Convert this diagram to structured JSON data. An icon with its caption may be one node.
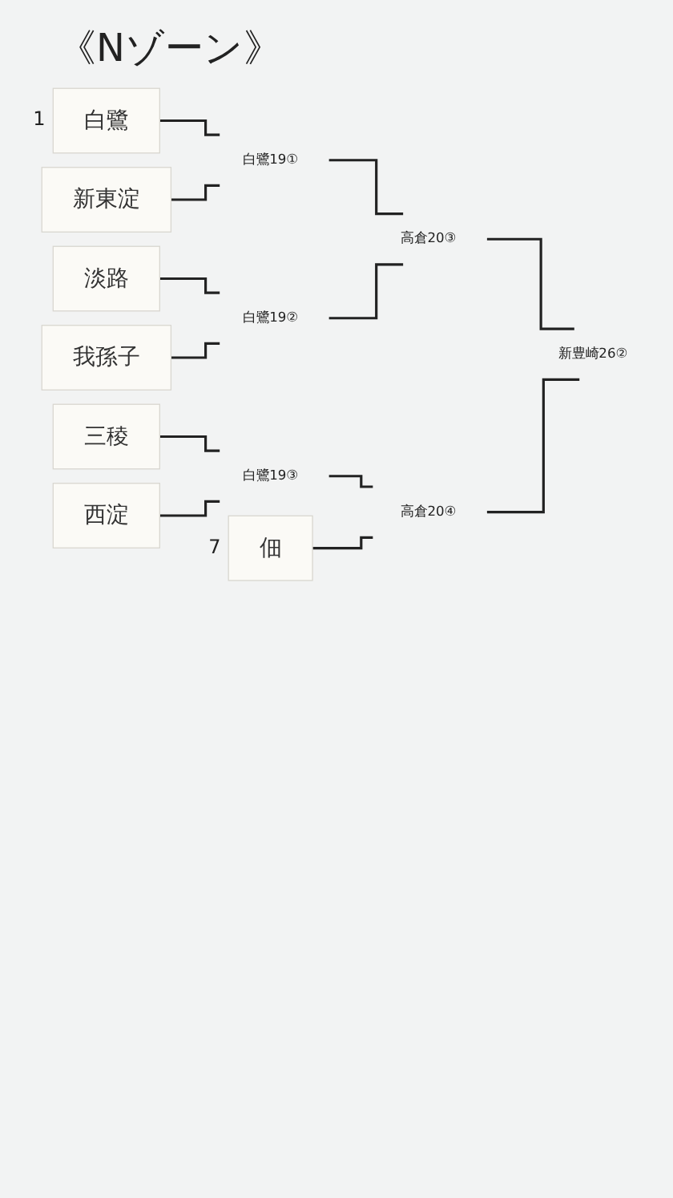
{
  "diagram": {
    "title": "《Nゾーン》",
    "nodes": [
      {
        "text": [
          "白鷺"
        ],
        "beside": [
          "1"
        ]
      },
      {
        "text": [
          "新東淀"
        ]
      },
      {
        "text": [
          "淡路"
        ]
      },
      {
        "text": [
          "我孫子"
        ]
      },
      {
        "text": [
          "三稜"
        ]
      },
      {
        "text": [
          "西淀"
        ]
      },
      {
        "text": [
          "佃"
        ],
        "beside": [
          "7"
        ]
      },
      {
        "text": [
          "白鷺19①"
        ]
      },
      {
        "text": [
          "白鷺19②"
        ]
      },
      {
        "text": [
          "白鷺19③"
        ]
      },
      {
        "text": [
          "高倉20③"
        ]
      },
      {
        "text": [
          "高倉20④"
        ]
      },
      {
        "text": [
          "新豊崎26②"
        ]
      }
    ],
    "edges": [
      {
        "from": 0,
        "to": 7,
        "arrow": "none"
      },
      {
        "from": 1,
        "to": 7,
        "arrow": "none"
      },
      {
        "from": 2,
        "to": 8,
        "arrow": "none"
      },
      {
        "from": 3,
        "to": 8,
        "arrow": "none"
      },
      {
        "from": 7,
        "to": 10,
        "arrow": "none"
      },
      {
        "from": 8,
        "to": 10,
        "arrow": "none"
      },
      {
        "from": 4,
        "to": 9,
        "arrow": "none"
      },
      {
        "from": 5,
        "to": 9,
        "arrow": "none"
      },
      {
        "from": 9,
        "to": 11,
        "arrow": "none"
      },
      {
        "from": 6,
        "to": 11,
        "arrow": "none"
      },
      {
        "from": 10,
        "to": 12,
        "arrow": "none"
      },
      {
        "from": 11,
        "to": 12,
        "arrow": "none"
      }
    ]
  }
}
